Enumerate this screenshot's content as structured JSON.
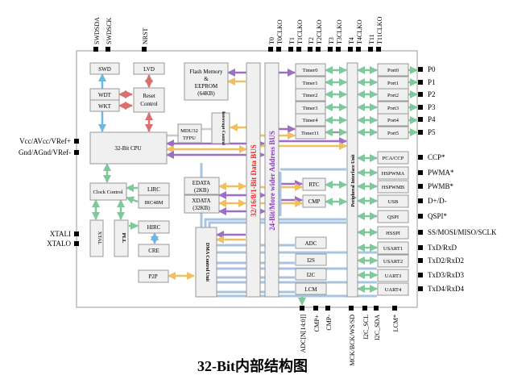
{
  "caption": "32-Bit内部结构图",
  "colors": {
    "box": "#f0f0f0",
    "blue": "#6fb7e0",
    "red": "#d9706f",
    "green": "#7ec99a",
    "purple": "#9b6fc4",
    "orange": "#f0c060",
    "bus_red_text": "#ff2020",
    "bus_purple_text": "#8a3fc0"
  },
  "top_pins": [
    {
      "name": "swdsda",
      "label": "SWDSDA"
    },
    {
      "name": "swdsck",
      "label": "SWDSCK"
    },
    {
      "name": "nrst",
      "label": "NRST"
    },
    {
      "name": "t0",
      "label": "T0"
    },
    {
      "name": "t0clko",
      "label": "T0CLKO"
    },
    {
      "name": "t1",
      "label": "T1"
    },
    {
      "name": "t1clko",
      "label": "T1CLKO"
    },
    {
      "name": "t2",
      "label": "T2"
    },
    {
      "name": "t2clko",
      "label": "T2CLKO"
    },
    {
      "name": "t3",
      "label": "T3"
    },
    {
      "name": "t3clko",
      "label": "T3CLKO"
    },
    {
      "name": "t4",
      "label": "T4"
    },
    {
      "name": "t4clko",
      "label": "T4CLKO"
    },
    {
      "name": "t11",
      "label": "T11"
    },
    {
      "name": "t11clko",
      "label": "T11CLKO"
    }
  ],
  "left_pins": [
    {
      "name": "vcc",
      "label": "Vcc/AVcc/VRef+"
    },
    {
      "name": "gnd",
      "label": "Gnd/AGnd/VRef-"
    },
    {
      "name": "xtali",
      "label": "XTALI"
    },
    {
      "name": "xtalo",
      "label": "XTALO"
    }
  ],
  "right_pins": [
    {
      "name": "p0",
      "label": "P0"
    },
    {
      "name": "p1",
      "label": "P1"
    },
    {
      "name": "p2",
      "label": "P2"
    },
    {
      "name": "p3",
      "label": "P3"
    },
    {
      "name": "p4",
      "label": "P4"
    },
    {
      "name": "p5",
      "label": "P5"
    },
    {
      "name": "ccp",
      "label": "CCP*"
    },
    {
      "name": "pwma",
      "label": "PWMA*"
    },
    {
      "name": "pwmb",
      "label": "PWMB*"
    },
    {
      "name": "dpdm",
      "label": "D+/D-"
    },
    {
      "name": "qspi",
      "label": "QSPI*"
    },
    {
      "name": "spi",
      "label": "SS/MOSI/MISO/SCLK"
    },
    {
      "name": "txdrxd",
      "label": "TxD/RxD"
    },
    {
      "name": "txd2",
      "label": "TxD2/RxD2"
    },
    {
      "name": "txd3",
      "label": "TxD3/RxD3"
    },
    {
      "name": "txd4",
      "label": "TxD4/RxD4"
    }
  ],
  "bottom_pins": [
    {
      "name": "adc",
      "label": "ADC[N[14:0]]"
    },
    {
      "name": "cmpp",
      "label": "CMP+"
    },
    {
      "name": "cmpm",
      "label": "CMP-"
    },
    {
      "name": "i2s",
      "label": "MCK/BCK/WS/SD"
    },
    {
      "name": "i2cscl",
      "label": "I2C_SCL"
    },
    {
      "name": "i2csda",
      "label": "I2C_SDA"
    },
    {
      "name": "lcm",
      "label": "LCM*"
    }
  ],
  "blocks": {
    "swd": "SWD",
    "lvd": "LVD",
    "wdt": "WDT",
    "wkt": "WKT",
    "reset_l1": "Reset",
    "reset_l2": "Control",
    "flash_l1": "Flash Memory",
    "flash_l2": "&",
    "flash_l3": "EEPROM",
    "flash_l4": "(64KB)",
    "mdu_l1": "MDU32",
    "mdu_l2": "TFPU",
    "interrupt_control": "Interrupt Control",
    "cpu": "32-Bit CPU",
    "clock_control": "Clock Control",
    "lirc": "LIRC",
    "irc48m": "IRC48M",
    "xtal": "XTAL",
    "pll": "PLL",
    "hirc": "HIRC",
    "cre": "CRE",
    "p2p": "P2P",
    "edata_l1": "EDATA",
    "edata_l2": "(2KB)",
    "xdata_l1": "XDATA",
    "xdata_l2": "(32KB)",
    "dma_control": "DMA Control Unit",
    "data_bus": "32/16/8/1-Bit Data BUS",
    "address_bus": "24-Bit/More wider Address BUS",
    "rtc": "RTC",
    "cmp": "CMP",
    "adc": "ADC",
    "i2s": "I2S",
    "i2c": "I2C",
    "lcm": "LCM",
    "peripheral_interface": "Peripheral Interface Unit",
    "timers": [
      "Timer0",
      "Timer1",
      "Timer2",
      "Timer3",
      "Timer4",
      "Timer11"
    ],
    "ports": [
      "Port0",
      "Port1",
      "Port2",
      "Port3",
      "Port4",
      "Port5"
    ],
    "pca": "PCA/CCP",
    "hspwma": "HSPWMA",
    "hspwmb": "HSPWMB",
    "usb": "USB",
    "qspi": "QSPI",
    "hsspi": "HSSPI",
    "usarts": [
      "USART1",
      "USART2"
    ],
    "uarts": [
      "UART3",
      "UART4"
    ]
  }
}
